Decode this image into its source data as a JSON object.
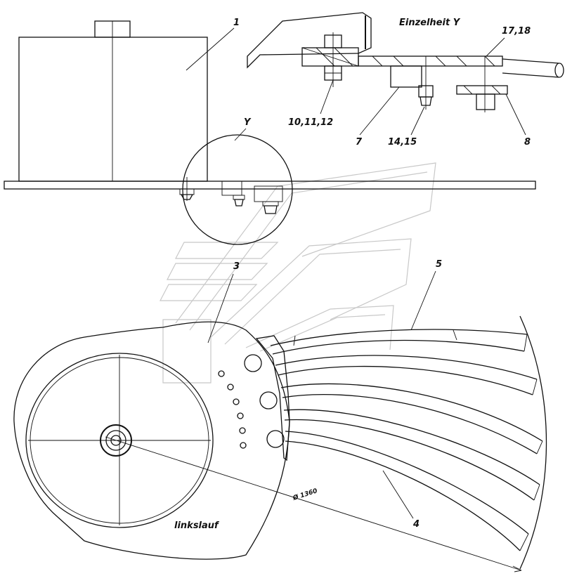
{
  "detail_view": {
    "title": "Einzelheit Y",
    "labels": {
      "fasteners_left": "10,11,12",
      "fasteners_right_top": "17,18",
      "fasteners_middle": "14,15",
      "bracket": "7",
      "plate_right": "8"
    }
  },
  "side_view": {
    "part_label": "1",
    "detail_marker": "Y"
  },
  "plan_view": {
    "part_label_3": "3",
    "part_label_4": "4",
    "part_label_5": "5",
    "diameter": "Ø 1360",
    "rotation": "linkslauf"
  }
}
